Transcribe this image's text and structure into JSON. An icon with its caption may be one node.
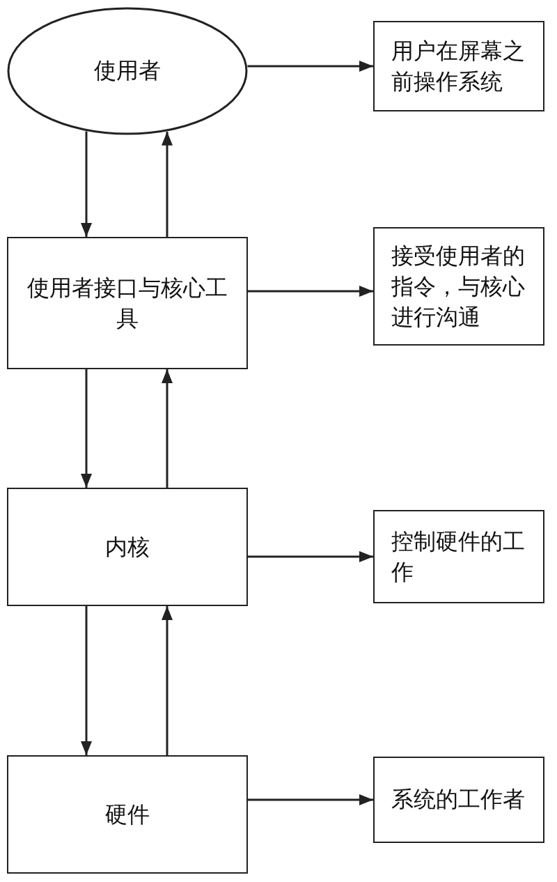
{
  "diagram": {
    "nodes": [
      {
        "text": [
          "使用者"
        ]
      },
      {
        "text": [
          "用户在屏幕之前操作系统"
        ]
      },
      {
        "text": [
          "使用者接口与核心工具"
        ]
      },
      {
        "text": [
          "接受使用者的指令，与核心进行沟通"
        ]
      },
      {
        "text": [
          "内核"
        ]
      },
      {
        "text": [
          "控制硬件的工作"
        ]
      },
      {
        "text": [
          "硬件"
        ]
      },
      {
        "text": [
          "系统的工作者"
        ]
      }
    ],
    "edges": [
      {
        "from": 0,
        "to": 1,
        "arrow": "to"
      },
      {
        "from": 0,
        "to": 2,
        "arrow": "to"
      },
      {
        "from": 2,
        "to": 0,
        "arrow": "to"
      },
      {
        "from": 2,
        "to": 3,
        "arrow": "to"
      },
      {
        "from": 2,
        "to": 4,
        "arrow": "to"
      },
      {
        "from": 4,
        "to": 2,
        "arrow": "to"
      },
      {
        "from": 4,
        "to": 5,
        "arrow": "to"
      },
      {
        "from": 4,
        "to": 6,
        "arrow": "to"
      },
      {
        "from": 6,
        "to": 4,
        "arrow": "to"
      },
      {
        "from": 6,
        "to": 7,
        "arrow": "to"
      }
    ]
  }
}
